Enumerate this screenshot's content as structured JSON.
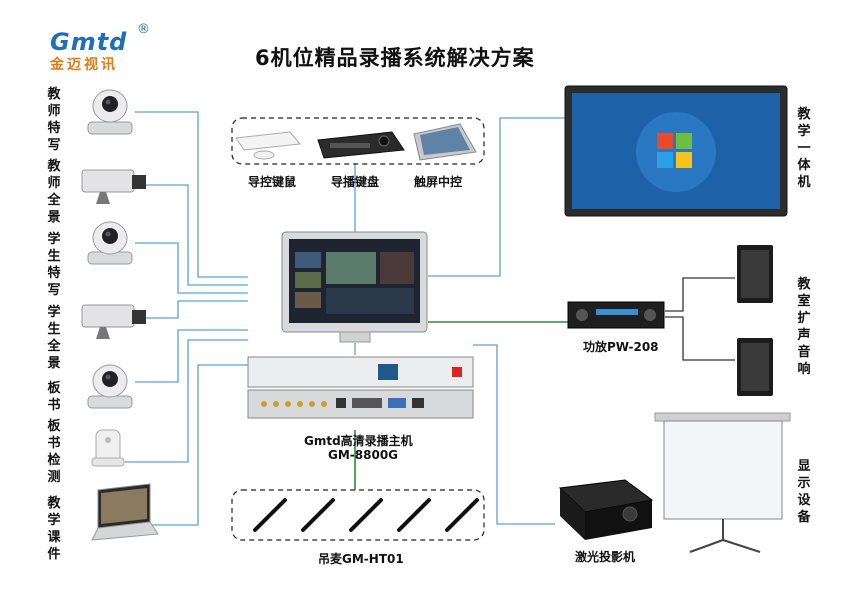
{
  "title": "6机位精品录播系统解决方案",
  "logo": {
    "text": "Gmtd",
    "registered": "®",
    "subtitle": "金迈视讯"
  },
  "inputs": [
    {
      "label": "教师特写",
      "icon": "ptz-camera-icon"
    },
    {
      "label": "教师全景",
      "icon": "box-camera-icon"
    },
    {
      "label": "学生特写",
      "icon": "ptz-camera-icon"
    },
    {
      "label": "学生全景",
      "icon": "box-camera-icon"
    },
    {
      "label": "板书",
      "icon": "ptz-camera-icon"
    },
    {
      "label": "板书检测",
      "icon": "tracking-sensor-icon"
    },
    {
      "label": "教学课件",
      "icon": "laptop-icon"
    }
  ],
  "controls": [
    {
      "label": "导控键鼠",
      "icon": "keyboard-mouse-icon"
    },
    {
      "label": "导播键盘",
      "icon": "director-keyboard-icon"
    },
    {
      "label": "触屏中控",
      "icon": "touch-panel-icon"
    }
  ],
  "host": {
    "name": "Gmtd高清录播主机",
    "model": "GM-8800G"
  },
  "microphones": {
    "label": "吊麦GM-HT01",
    "count": 5
  },
  "outputs": {
    "display": "教学一体机",
    "amp": "功放PW-208",
    "speakers": "教室扩声音响",
    "projector": "激光投影机",
    "screen": "显示设备"
  },
  "colors": {
    "wire": "#5aa0d8",
    "audio_wire": "#2e8b3a",
    "speaker_wire": "#333333",
    "logo_blue": "#1f6fb8",
    "logo_orange": "#e07b18"
  }
}
